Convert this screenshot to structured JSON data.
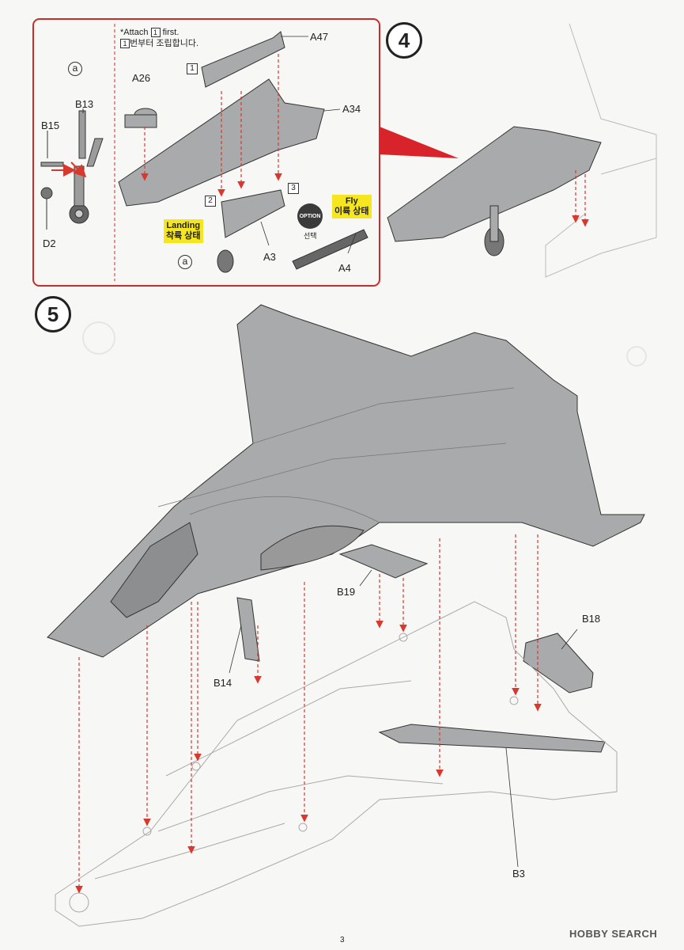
{
  "step4": {
    "number": "4",
    "note_en": "*Attach",
    "note_box": "1",
    "note_en_tail": "first.",
    "note_kr": "번부터 조립합니다.",
    "sub_marker": "a",
    "parts": {
      "a47": "A47",
      "a26": "A26",
      "a34": "A34",
      "b13": "B13",
      "b15": "B15",
      "d2": "D2",
      "a3": "A3",
      "a4": "A4"
    },
    "seq": [
      "1",
      "2",
      "3"
    ],
    "landing_en": "Landing",
    "landing_kr": "착륙 상태",
    "fly_en": "Fly",
    "fly_kr": "이륙 상태",
    "option": "OPTION",
    "option_kr": "선택"
  },
  "step5": {
    "number": "5",
    "parts": {
      "b19": "B19",
      "b18": "B18",
      "b14": "B14",
      "b3": "B3"
    }
  },
  "page_number": "3",
  "watermark": "HOBBY SEARCH",
  "colors": {
    "arrow": "#d9382f",
    "part_fill": "#a9aaab",
    "frame": "#cc2b2b",
    "highlight": "#f5e61f"
  }
}
